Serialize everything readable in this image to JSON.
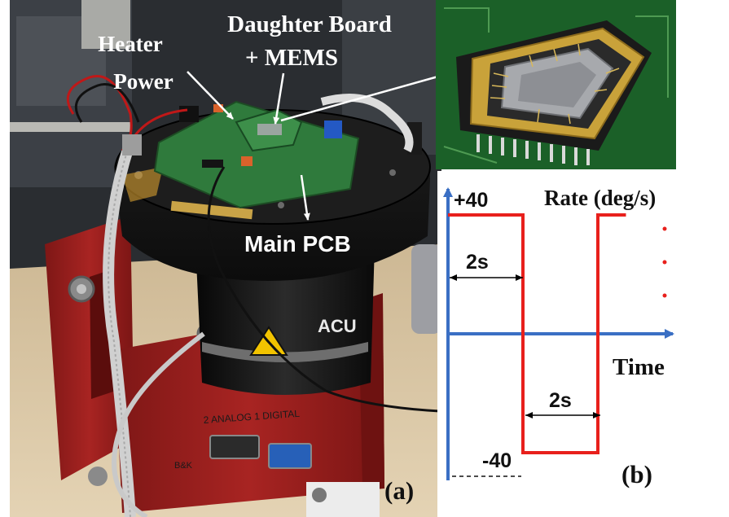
{
  "panel_a": {
    "labels": {
      "heater_line1": "Heater",
      "heater_line2": "Power",
      "daughter_line1": "Daughter Board",
      "daughter_line2": "+ MEMS",
      "main_pcb": "Main PCB",
      "brand": "ACU",
      "stencil": "2 ANALOG 1 DIGITAL",
      "stamp": "B&K",
      "panel_tag": "(a)"
    }
  },
  "panel_b": {
    "labels": {
      "plus": "+40",
      "minus": "-40",
      "rate": "Rate (deg/s)",
      "time": "Time",
      "dur_first": "2s",
      "dur_second": "2s",
      "panel_tag": "(b)"
    }
  },
  "chart_data": {
    "type": "line",
    "ylabel": "Rate (deg/s)",
    "xlabel": "Time",
    "y_ticks": [
      "+40",
      "-40"
    ],
    "series": [
      {
        "color": "#e8201c",
        "points": [
          [
            0,
            40
          ],
          [
            2,
            40
          ],
          [
            2,
            -40
          ],
          [
            4,
            -40
          ],
          [
            4,
            40
          ],
          [
            4.75,
            40
          ]
        ]
      }
    ],
    "annotations": [
      "2s",
      "2s"
    ],
    "continuation": "..."
  },
  "colors": {
    "axis": "#3a6fc4",
    "signal": "#e8201c",
    "table": "#dbc8a6",
    "pcb": "#2f7a3c",
    "stage_body": "#141414",
    "mount": "#9c1f1d",
    "chip_gold": "#c9a23a",
    "chip_board": "#1f6b2e",
    "background_wall": "#2a2d31"
  }
}
